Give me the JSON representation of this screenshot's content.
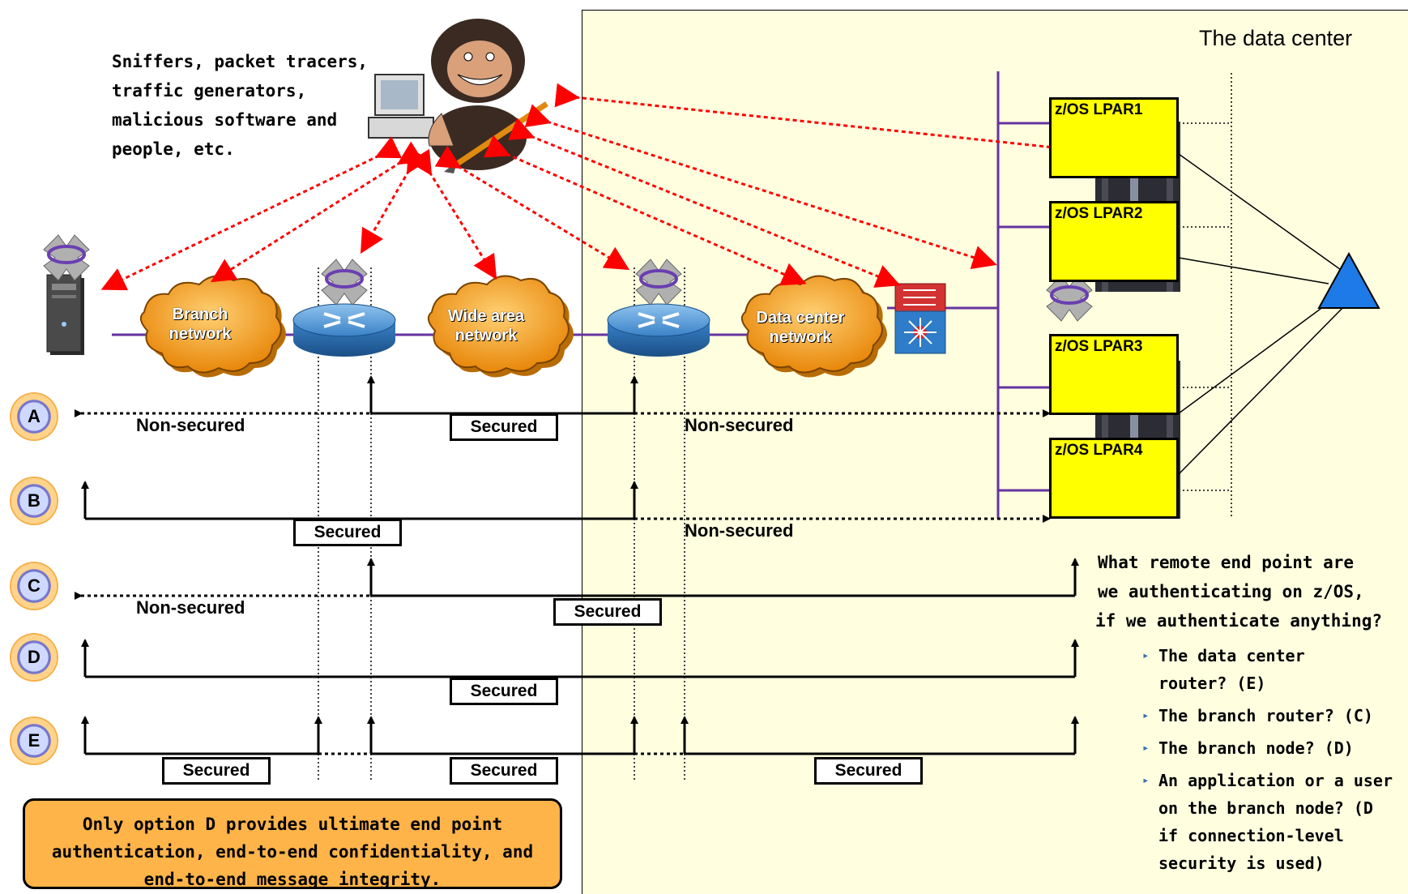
{
  "data_center_label": "The data center",
  "attacker_label": [
    "Sniffers, packet tracers,",
    "traffic generators,",
    "malicious software and",
    "people, etc."
  ],
  "clouds": {
    "branch": [
      "Branch",
      "network"
    ],
    "wan": [
      "Wide area",
      "network"
    ],
    "datacenter": [
      "Data center",
      "network"
    ]
  },
  "lpars": [
    "z/OS LPAR1",
    "z/OS LPAR2",
    "z/OS LPAR3",
    "z/OS LPAR4"
  ],
  "options": [
    "A",
    "B",
    "C",
    "D",
    "E"
  ],
  "labels": {
    "non_secured": "Non-secured",
    "secured": "Secured"
  },
  "question": [
    "What remote end point are",
    "we authenticating on z/OS,",
    "if we authenticate anything?"
  ],
  "bullets": [
    [
      "The data center",
      "router? (E)"
    ],
    [
      "The branch router? (C)"
    ],
    [
      "The branch node? (D)"
    ],
    [
      "An application or a user",
      "on the branch node? (D",
      "if connection-level",
      "security is used)"
    ]
  ],
  "conclusion": [
    "Only option D provides ultimate end point",
    "authentication, end-to-end confidentiality, and",
    "end-to-end message integrity."
  ],
  "colors": {
    "datacenter_bg": "#ffffe0",
    "lpar": "#ffff00",
    "attack_arrows": "#ff0000",
    "bus": "#6633a0",
    "conclusion_box": "#ffb44a",
    "triangle": "#1e7ae6",
    "cloud": "#f29b1e"
  }
}
